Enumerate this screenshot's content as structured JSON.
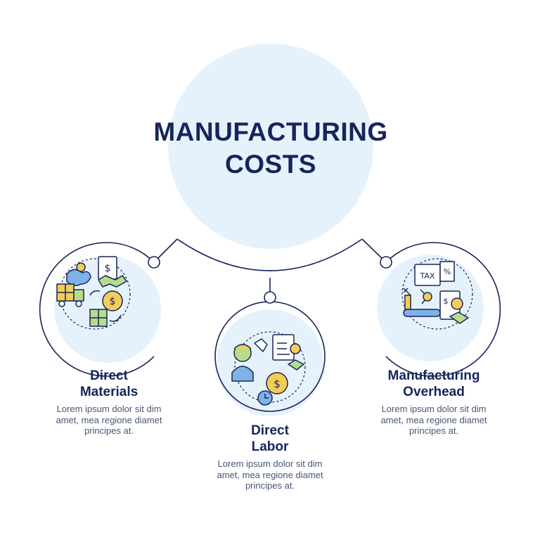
{
  "title": {
    "line1": "MANUFACTURING",
    "line2": "COSTS"
  },
  "items": [
    {
      "heading1": "Direct",
      "heading2": "Materials",
      "desc1": "Lorem ipsum dolor sit dim",
      "desc2": "amet, mea regione diamet",
      "desc3": "principes at."
    },
    {
      "heading1": "Direct",
      "heading2": "Labor",
      "desc1": "Lorem ipsum dolor sit dim",
      "desc2": "amet, mea regione diamet",
      "desc3": "principes at."
    },
    {
      "heading1": "Manufacturing",
      "heading2": "Overhead",
      "desc1": "Lorem ipsum dolor sit dim",
      "desc2": "amet, mea regione diamet",
      "desc3": "principes at."
    }
  ],
  "colors": {
    "navy": "#16255a",
    "light_blue": "#e6f2fb",
    "green": "#b7dd8c",
    "yellow": "#f3cd57",
    "blue": "#7fb2e6"
  }
}
